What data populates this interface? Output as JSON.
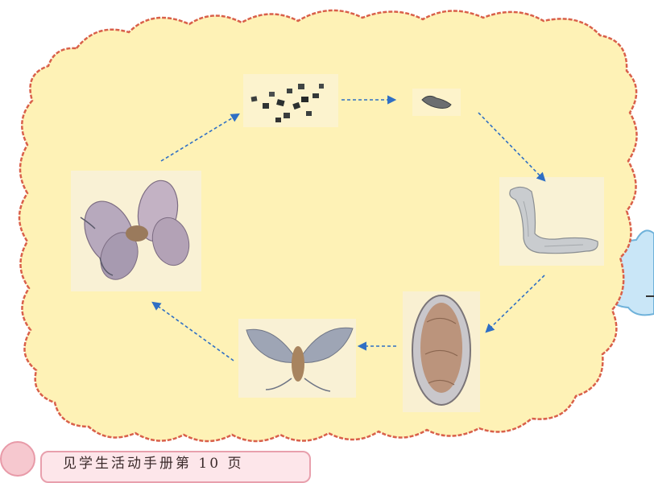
{
  "diagram": {
    "type": "life-cycle",
    "background_color": "#fef2b6",
    "outline_color": "#d9604a",
    "arrow_color": "#2f6fc4",
    "side_cloud_color": "#c9e6f7",
    "stages": [
      {
        "id": "eggs",
        "icon": "eggs-drawing"
      },
      {
        "id": "larva-small",
        "icon": "small-larva-drawing"
      },
      {
        "id": "larva-grown",
        "icon": "grown-larva-drawing"
      },
      {
        "id": "cocoon",
        "icon": "cocoon-drawing"
      },
      {
        "id": "moth",
        "icon": "moth-drawing"
      },
      {
        "id": "moths-mating",
        "icon": "moth-pair-drawing"
      }
    ]
  },
  "note": {
    "text": "见学生活动手册第 10 页",
    "icon": "pencil-icon"
  }
}
